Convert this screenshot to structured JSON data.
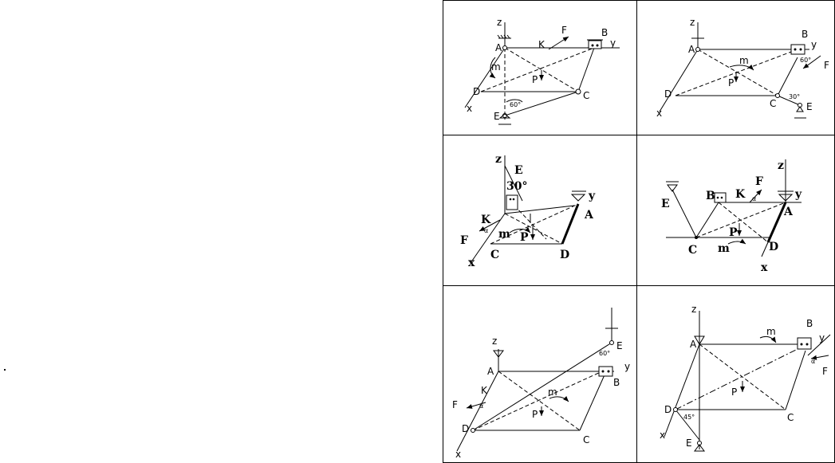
{
  "stray_mark": ".",
  "panels": [
    {
      "id": 1,
      "labels": {
        "z": "z",
        "y": "y",
        "x": "x",
        "A": "A",
        "B": "B",
        "C": "C",
        "D": "D",
        "E": "E",
        "F": "F",
        "K": "K",
        "P": "P",
        "m": "m",
        "angle": "60°"
      }
    },
    {
      "id": 2,
      "labels": {
        "z": "z",
        "y": "y",
        "x": "x",
        "A": "A",
        "B": "B",
        "C": "C",
        "D": "D",
        "E": "E",
        "F": "F",
        "P": "P",
        "m": "m",
        "angle": "30°",
        "angle2": "60°"
      }
    },
    {
      "id": 3,
      "labels": {
        "z": "z",
        "y": "y",
        "x": "x",
        "A": "A",
        "C": "C",
        "D": "D",
        "E": "E",
        "F": "F",
        "K": "K",
        "P": "P",
        "m": "m",
        "alpha": "α",
        "angle": "30°"
      }
    },
    {
      "id": 4,
      "labels": {
        "z": "z",
        "y": "y",
        "x": "x",
        "A": "A",
        "B": "B",
        "C": "C",
        "D": "D",
        "E": "E",
        "F": "F",
        "K": "K",
        "P": "P",
        "m": "m",
        "alpha": "α"
      }
    },
    {
      "id": 5,
      "labels": {
        "z": "z",
        "y": "y",
        "x": "x",
        "A": "A",
        "B": "B",
        "C": "C",
        "D": "D",
        "E": "E",
        "F": "F",
        "K": "K",
        "P": "P",
        "m": "m",
        "alpha": "α",
        "angle": "60°"
      }
    },
    {
      "id": 6,
      "labels": {
        "z": "z",
        "y": "y",
        "x": "x",
        "A": "A",
        "B": "B",
        "C": "C",
        "D": "D",
        "E": "E",
        "F": "F",
        "P": "P",
        "m": "m",
        "alpha": "α",
        "angle": "45°"
      }
    }
  ]
}
